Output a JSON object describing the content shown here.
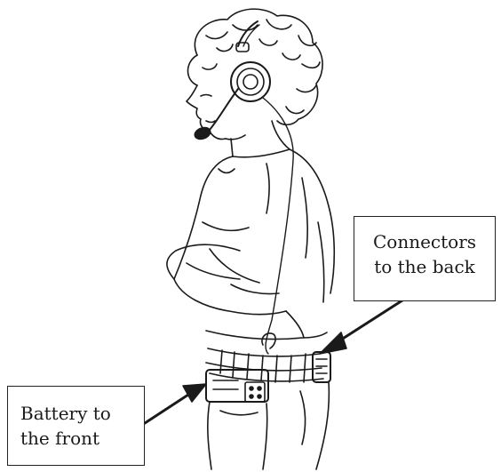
{
  "callouts": {
    "connectors": {
      "line1": "Connectors",
      "line2": "to the back"
    },
    "battery": {
      "line1": "Battery to",
      "line2": "the front"
    }
  },
  "colors": {
    "ink": "#1a1a1a",
    "background": "#ffffff"
  }
}
